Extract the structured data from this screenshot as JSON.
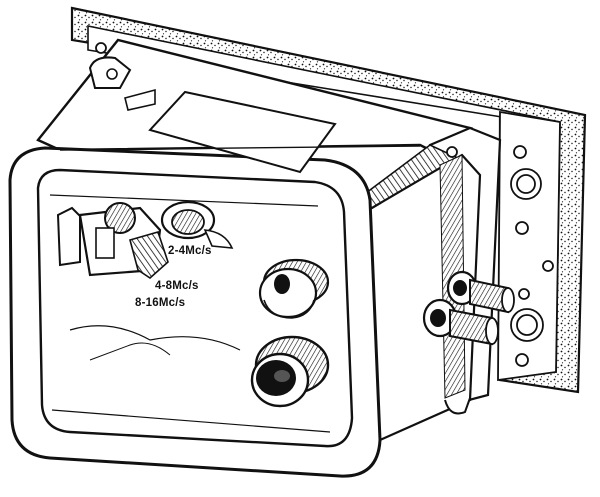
{
  "illustration": {
    "subject": "radio-receiver-unit",
    "range_labels": [
      "2-4Mc/s",
      "4-8Mc/s",
      "8-16Mc/s"
    ]
  }
}
